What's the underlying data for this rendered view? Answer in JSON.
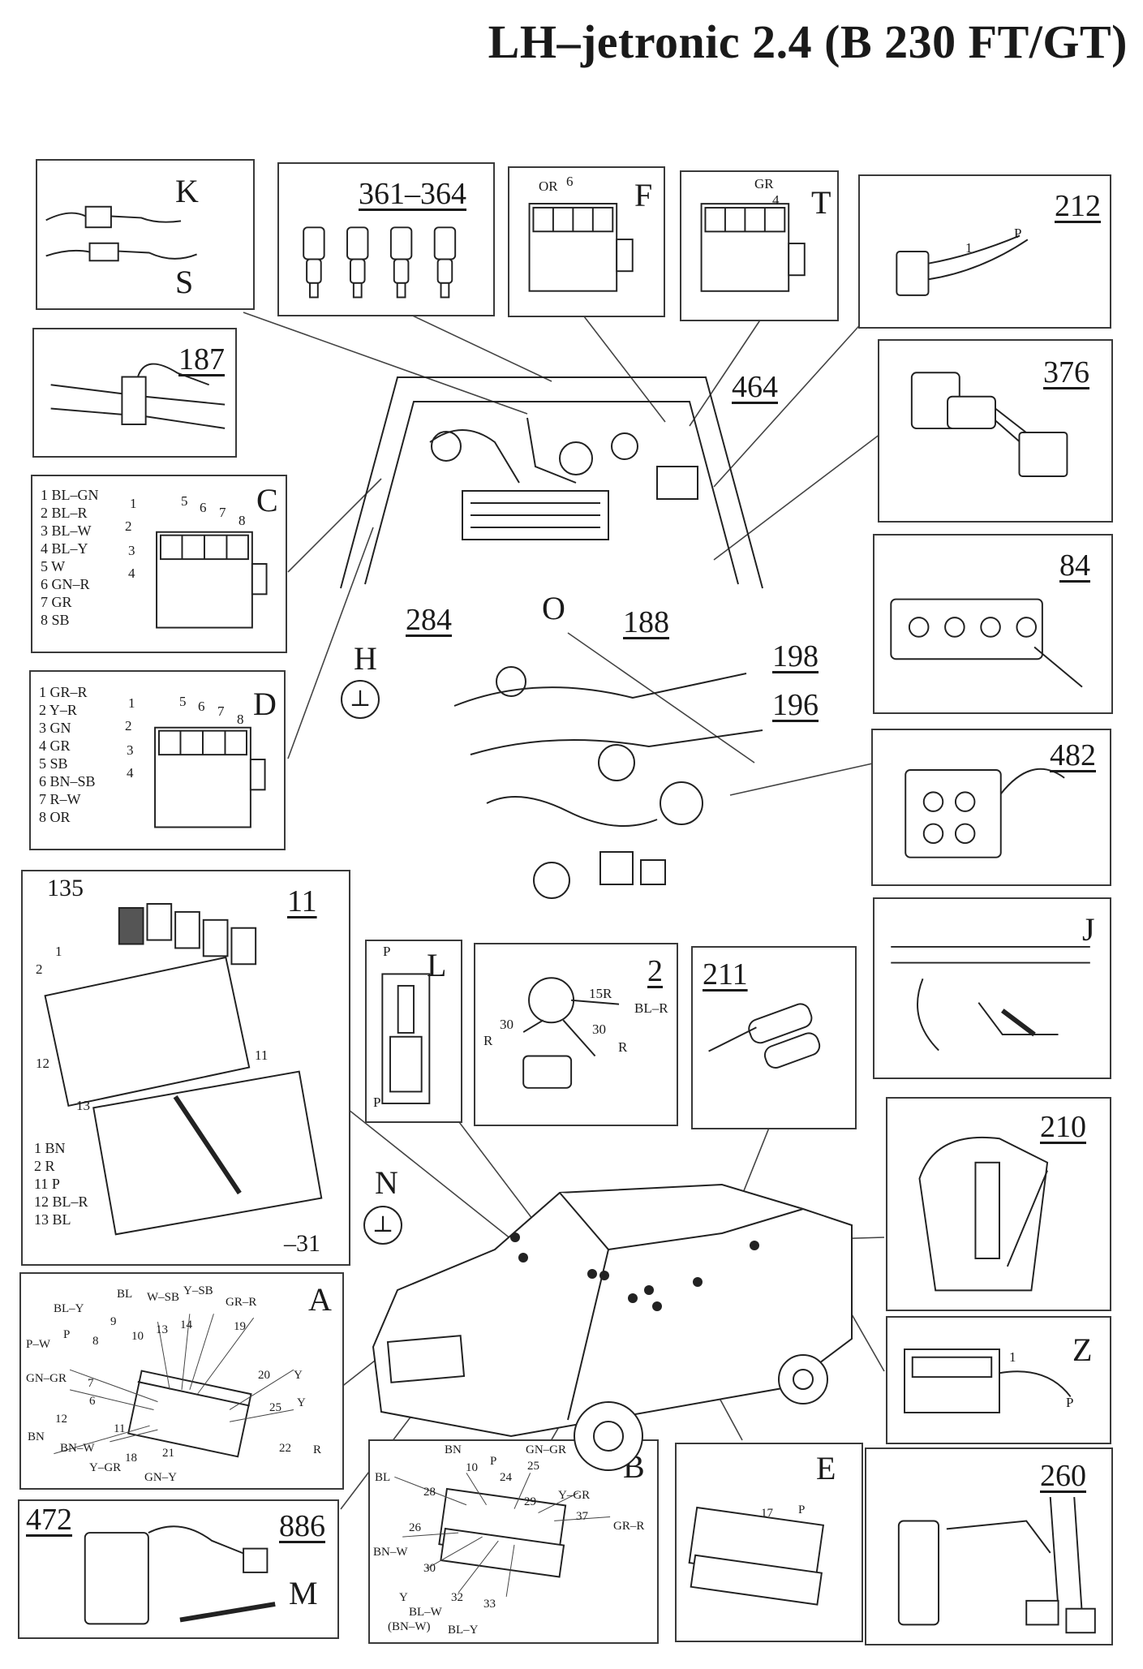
{
  "title": "LH–jetronic 2.4 (B 230 FT/GT)",
  "panels": {
    "K": {
      "top": "K",
      "bottom": "S"
    },
    "injectors": {
      "label": "361–364"
    },
    "F": {
      "letter": "F",
      "pin_color": "OR",
      "pin_num": "6"
    },
    "T": {
      "letter": "T",
      "pin_color": "GR",
      "pin_num": "4"
    },
    "p212": {
      "label": "212",
      "pin": "1",
      "color": "P"
    },
    "p187": {
      "label": "187"
    },
    "p376": {
      "label": "376"
    },
    "C": {
      "letter": "C",
      "legend": [
        "1 BL–GN",
        "2 BL–R",
        "3 BL–W",
        "4 BL–Y",
        "5 W",
        "6 GN–R",
        "7 GR",
        "8 SB"
      ],
      "pins": [
        "1",
        "2",
        "3",
        "4",
        "5",
        "6",
        "7",
        "8"
      ]
    },
    "p84": {
      "label": "84"
    },
    "D": {
      "letter": "D",
      "legend": [
        "1 GR–R",
        "2 Y–R",
        "3 GN",
        "4 GR",
        "5 SB",
        "6 BN–SB",
        "7 R–W",
        "8 OR"
      ],
      "pins": [
        "1",
        "2",
        "3",
        "4",
        "5",
        "6",
        "7",
        "8"
      ]
    },
    "p482": {
      "label": "482"
    },
    "relay": {
      "label": "11",
      "label2": "135",
      "legend": [
        "1 BN",
        "2 R",
        "11 P",
        "12 BL–R",
        "13 BL"
      ],
      "pins": [
        "1",
        "2",
        "12",
        "13",
        "11"
      ],
      "minus": "–31"
    },
    "L": {
      "letter": "L",
      "p1": "P",
      "p2": "P"
    },
    "p2": {
      "label": "2",
      "a": "15R",
      "b": "BL–R",
      "c": "30",
      "d": "30",
      "e": "R",
      "f": "R"
    },
    "p211": {
      "label": "211"
    },
    "J": {
      "letter": "J"
    },
    "p210": {
      "label": "210"
    },
    "Z": {
      "letter": "Z",
      "pin": "1",
      "color": "P"
    },
    "A": {
      "letter": "A",
      "labels": [
        "BL",
        "W–SB",
        "Y–SB",
        "GR–R",
        "BL–Y",
        "9",
        "10",
        "13",
        "14",
        "19",
        "P",
        "8",
        "P–W",
        "GN–GR",
        "7",
        "6",
        "20",
        "Y",
        "25",
        "Y",
        "12",
        "BN",
        "11",
        "BN–W",
        "18",
        "Y–GR",
        "21",
        "GN–Y",
        "22",
        "R"
      ]
    },
    "B": {
      "letter": "B",
      "labels": [
        "BN",
        "GN–GR",
        "10",
        "P",
        "25",
        "24",
        "BL",
        "28",
        "29",
        "Y–GR",
        "37",
        "GR–R",
        "26",
        "BN–W",
        "30",
        "Y",
        "32",
        "BL–W",
        "(BN–W)",
        "33",
        "BL–Y"
      ]
    },
    "E": {
      "letter": "E",
      "pin": "17",
      "color": "P"
    },
    "M": {
      "a": "472",
      "b": "886",
      "letter": "M"
    },
    "p260": {
      "label": "260"
    }
  },
  "engine": {
    "l464": "464",
    "l284": "284",
    "l188": "188",
    "O": "O",
    "H": "H",
    "l198": "198",
    "l196": "196",
    "N": "N"
  }
}
